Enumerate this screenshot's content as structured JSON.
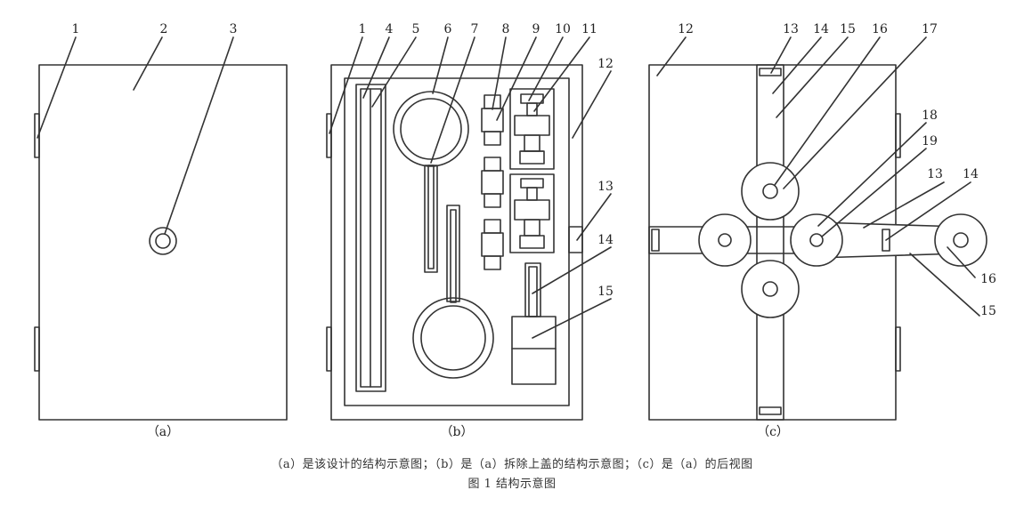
{
  "figure": {
    "panel_a": {
      "label": "（a）",
      "callouts": [
        "1",
        "2",
        "3"
      ]
    },
    "panel_b": {
      "label": "（b）",
      "callouts": [
        "1",
        "4",
        "5",
        "6",
        "7",
        "8",
        "9",
        "10",
        "11",
        "12",
        "13",
        "14",
        "15"
      ]
    },
    "panel_c": {
      "label": "（c）",
      "callouts": [
        "12",
        "13",
        "14",
        "15",
        "16",
        "17",
        "18",
        "19",
        "13",
        "14",
        "16",
        "15"
      ]
    }
  },
  "caption": {
    "line1": "（a）是该设计的结构示意图；（b）是（a）拆除上盖的结构示意图；（c）是（a）的后视图",
    "line2": "图 1 结构示意图"
  },
  "colors": {
    "line": "#333333",
    "background": "#ffffff"
  }
}
